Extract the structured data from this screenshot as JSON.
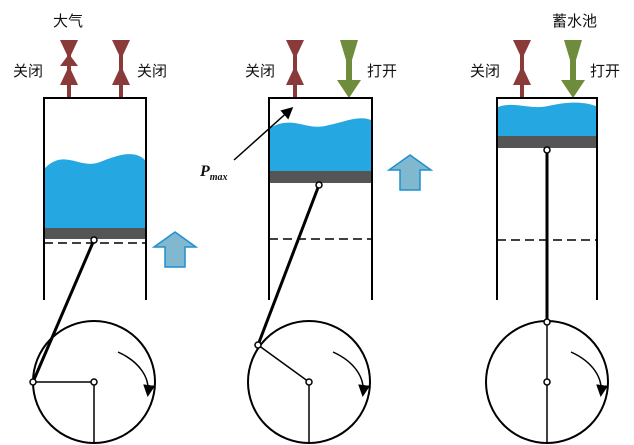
{
  "labels": {
    "atmosphere": "大气",
    "reservoir": "蓄水池",
    "closed": "关闭",
    "open": "打开",
    "p_main": "P",
    "p_sub": "max"
  },
  "colors": {
    "closed_valve": "#8b3a3a",
    "open_valve": "#6e8c3c",
    "water": "#25a7e1",
    "piston": "#555555",
    "up_arrow": "#7fb8cf",
    "up_arrow_stroke": "#1f8fd0",
    "line": "#000000"
  },
  "panels": [
    {
      "left_valve": "closed",
      "right_valve": "closed",
      "top_label": "atmosphere"
    },
    {
      "left_valve": "closed",
      "right_valve": "open",
      "top_label": ""
    },
    {
      "left_valve": "closed",
      "right_valve": "open",
      "top_label": "reservoir"
    }
  ],
  "icons": [
    "hourglass-valve-icon",
    "up-arrow-icon",
    "rotation-arrow-icon"
  ]
}
